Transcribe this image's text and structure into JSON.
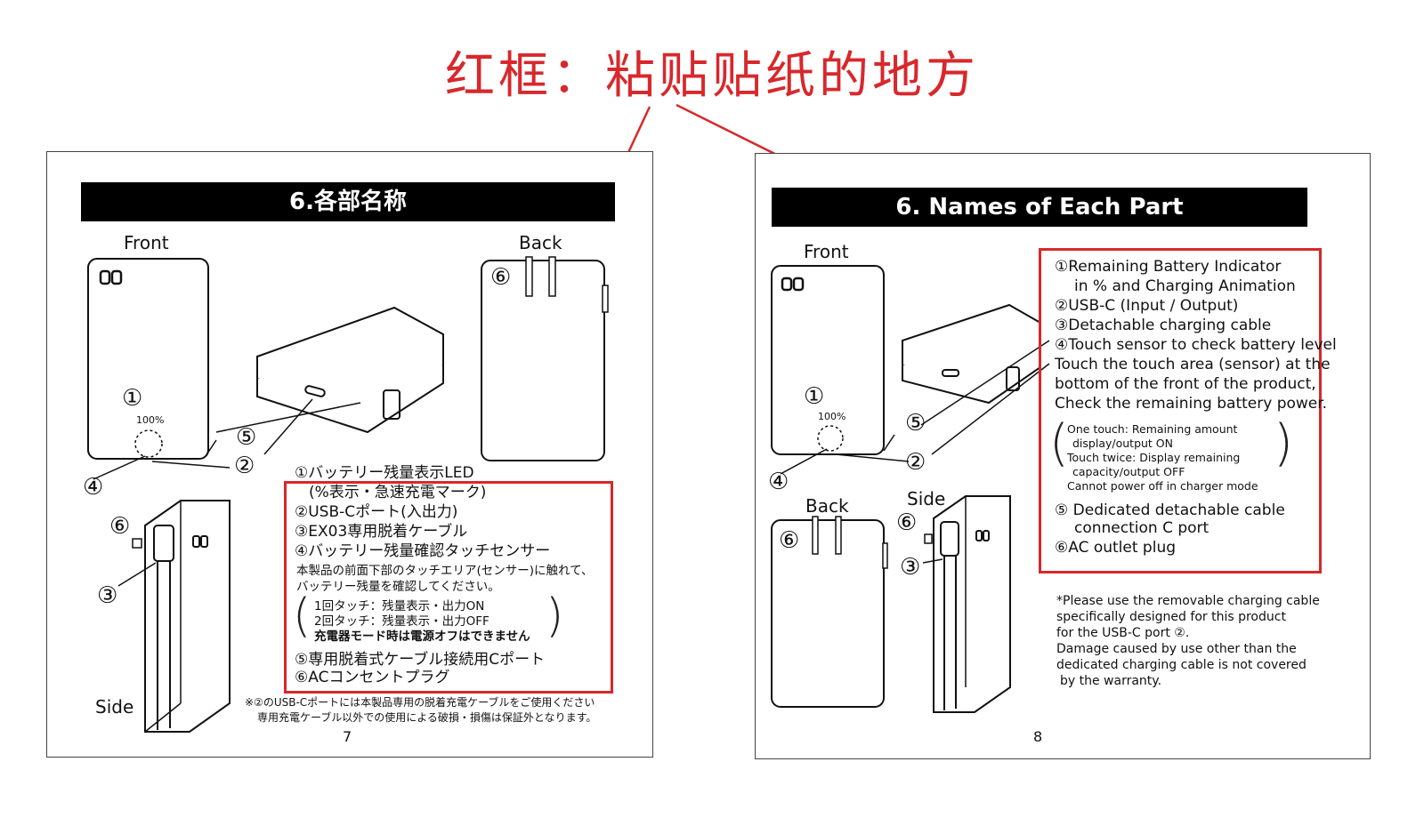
{
  "annotation": "红框：粘贴贴纸的地方",
  "left_page": {
    "title": "6.各部名称",
    "front_label": "Front",
    "back_label": "Back",
    "side_label": "Side",
    "markers": {
      "m1": "①",
      "m2": "②",
      "m3": "③",
      "m4": "④",
      "m5": "⑤",
      "m6": "⑥"
    },
    "items": [
      "①バッテリー残量表示LED",
      "(%表示・急速充電マーク)",
      "②USB-Cポート(入出力)",
      "③EX03専用脱着ケーブル",
      "④バッテリー残量確認タッチセンサー"
    ],
    "touch_desc": [
      "本製品の前面下部のタッチエリア(センサー)に触れて、",
      "バッテリー残量を確認してください。"
    ],
    "touch_modes": [
      "1回タッチ：残量表示・出力ON",
      "2回タッチ：残量表示・出力OFF",
      "充電器モード時は電源オフはできません"
    ],
    "items2": [
      "⑤専用脱着式ケーブル接続用Cポート",
      "⑥ACコンセントプラグ"
    ],
    "note": [
      "※②のUSB-Cポートには本製品専用の脱着充電ケーブルをご使用ください",
      "専用充電ケーブル以外での使用による破損・損傷は保証外となります。"
    ],
    "page_number": "7",
    "display": "100%"
  },
  "right_page": {
    "title": "6. Names of Each Part",
    "front_label": "Front",
    "back_label": "Back",
    "side_label": "Side",
    "markers": {
      "m1": "①",
      "m2": "②",
      "m3": "③",
      "m4": "④",
      "m5": "⑤",
      "m6": "⑥"
    },
    "items": [
      "①Remaining Battery Indicator",
      "in % and Charging Animation",
      "②USB-C (Input / Output)",
      "③Detachable charging cable",
      "④Touch sensor to check battery level",
      "Touch the touch area (sensor) at the",
      "bottom of the front of the product,",
      "Check the remaining battery power."
    ],
    "touch_modes": [
      "One touch: Remaining amount",
      "display/output ON",
      "Touch twice: Display remaining",
      "capacity/output OFF",
      "Cannot power off in charger mode"
    ],
    "items2": [
      "⑤ Dedicated detachable cable",
      "connection C port",
      "⑥AC outlet plug"
    ],
    "note": [
      "*Please use the removable charging cable",
      "specifically designed for this product",
      "for the USB-C port ②.",
      "Damage caused by use other than the",
      "dedicated charging cable is not covered",
      "by the warranty."
    ],
    "page_number": "8",
    "display": "100%"
  },
  "colors": {
    "annotation_red": "#d8282c",
    "title_bar": "#000000"
  }
}
